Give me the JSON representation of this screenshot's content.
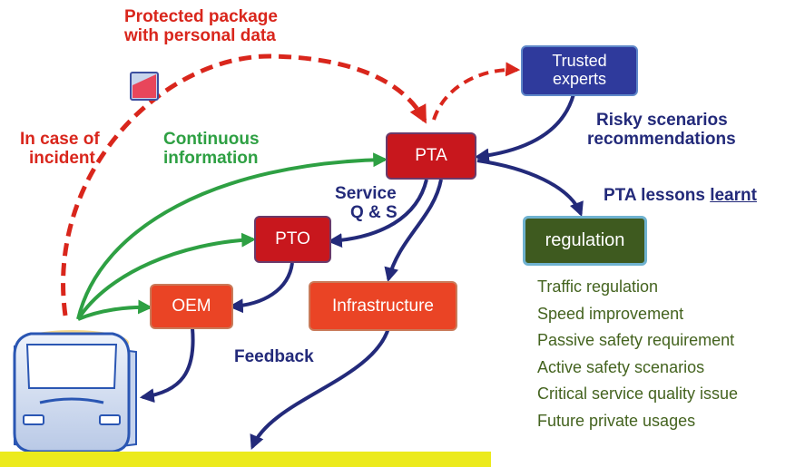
{
  "labels": {
    "protected_line1": "Protected package",
    "protected_line2": "with personal data",
    "incident_line1": "In case of",
    "incident_line2": "incident",
    "continuous_line1": "Continuous",
    "continuous_line2": "information",
    "service_line1": "Service",
    "service_line2": "Q & S",
    "risky_line1": "Risky scenarios",
    "risky_line2": "recommendations",
    "lessons_prefix": "PTA lessons ",
    "lessons_learnt": "learnt",
    "feedback": "Feedback"
  },
  "boxes": {
    "pta": "PTA",
    "pto": "PTO",
    "oem": "OEM",
    "infrastructure": "Infrastructure",
    "trusted_line1": "Trusted",
    "trusted_line2": "experts",
    "regulation": "regulation"
  },
  "regulation_items": [
    "Traffic regulation",
    "Speed improvement",
    "Passive safety requirement",
    "Active safety scenarios",
    "Critical service quality issue",
    "Future private usages"
  ],
  "colors": {
    "red_dashed": "#d9261c",
    "green": "#2ea043",
    "navy": "#232a7a",
    "olive_text": "#44631f",
    "ground": "#ecea1c"
  },
  "icons": [
    "data-package-icon",
    "vehicle-icon"
  ]
}
